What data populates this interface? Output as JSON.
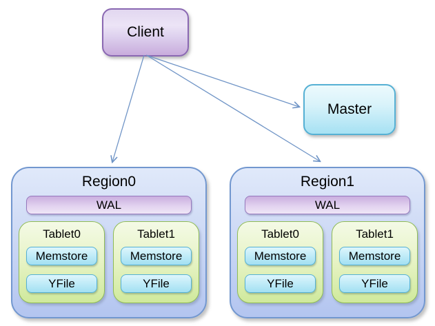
{
  "nodes": {
    "client": {
      "label": "Client"
    },
    "master": {
      "label": "Master"
    }
  },
  "regions": [
    {
      "title": "Region0",
      "wal": "WAL",
      "tablets": [
        {
          "title": "Tablet0",
          "memstore": "Memstore",
          "yfile": "YFile"
        },
        {
          "title": "Tablet1",
          "memstore": "Memstore",
          "yfile": "YFile"
        }
      ]
    },
    {
      "title": "Region1",
      "wal": "WAL",
      "tablets": [
        {
          "title": "Tablet0",
          "memstore": "Memstore",
          "yfile": "YFile"
        },
        {
          "title": "Tablet1",
          "memstore": "Memstore",
          "yfile": "YFile"
        }
      ]
    }
  ],
  "arrows": [
    {
      "from": "Client",
      "to": "Region0"
    },
    {
      "from": "Client",
      "to": "Master"
    },
    {
      "from": "Client",
      "to": "Region1"
    }
  ],
  "colors": {
    "arrow": "#6f94c6",
    "client_border": "#8a68b2",
    "client_fill_bottom": "#c8acdc",
    "master_border": "#55b0d4",
    "master_fill_bottom": "#a6e1f3",
    "region_border": "#7297cf",
    "region_fill_bottom": "#b3c5f0",
    "wal_border": "#9678bc",
    "wal_fill_top": "#c9aedf",
    "tablet_border": "#8fbb55",
    "tablet_fill_bottom": "#cfe99c",
    "cell_border": "#54b0d4",
    "cell_fill_bottom": "#a2e0f2"
  }
}
